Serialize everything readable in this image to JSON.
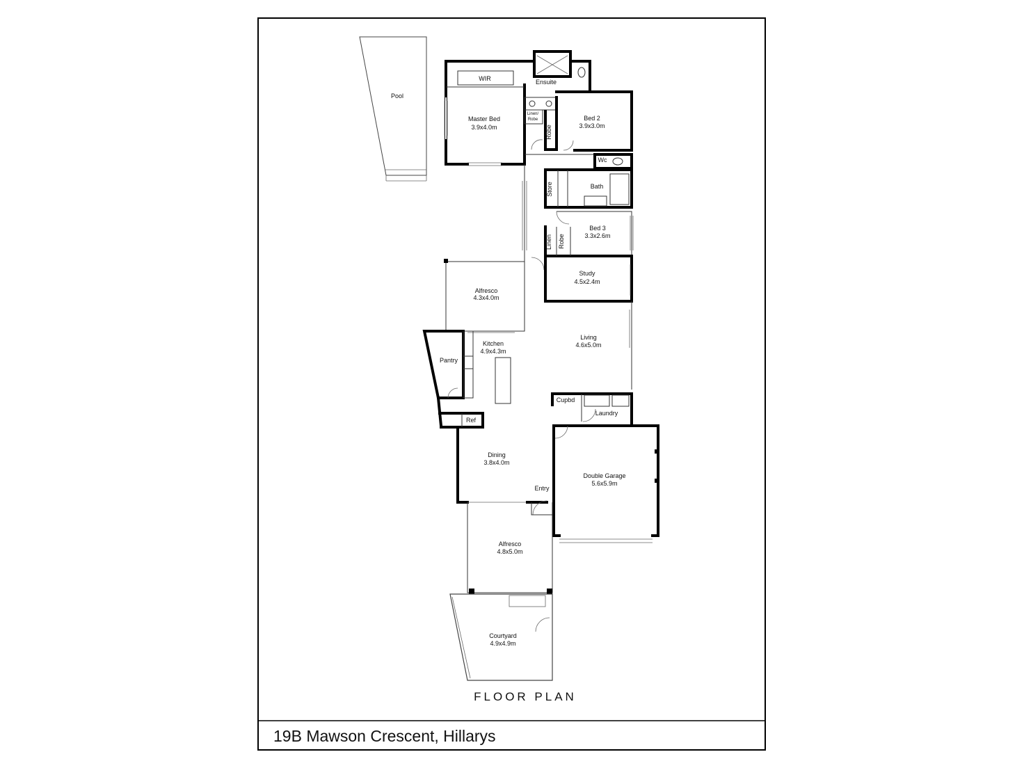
{
  "plan": {
    "caption": "FLOOR PLAN",
    "address": "19B Mawson Crescent, Hillarys"
  },
  "rooms": {
    "pool": {
      "name": "Pool"
    },
    "wir": {
      "name": "WIR"
    },
    "ensuite": {
      "name": "Ensuite"
    },
    "master_bed": {
      "name": "Master Bed",
      "size": "3.9x4.0m"
    },
    "linen_robe": {
      "line1": "Linen/",
      "line2": "Robe"
    },
    "robe_bed2": {
      "name": "Robe"
    },
    "bed2": {
      "name": "Bed 2",
      "size": "3.9x3.0m"
    },
    "wc": {
      "name": "Wc"
    },
    "store": {
      "name": "Store"
    },
    "bath": {
      "name": "Bath"
    },
    "bed3": {
      "name": "Bed 3",
      "size": "3.3x2.6m"
    },
    "linen": {
      "name": "Linen"
    },
    "robe_bed3": {
      "name": "Robe"
    },
    "study": {
      "name": "Study",
      "size": "4.5x2.4m"
    },
    "alfresco_top": {
      "name": "Alfresco",
      "size": "4.3x4.0m"
    },
    "kitchen": {
      "name": "Kitchen",
      "size": "4.9x4.3m"
    },
    "pantry": {
      "name": "Pantry"
    },
    "living": {
      "name": "Living",
      "size": "4.6x5.0m"
    },
    "cupbd": {
      "name": "Cupbd"
    },
    "laundry": {
      "name": "Laundry"
    },
    "ref": {
      "name": "Ref"
    },
    "dining": {
      "name": "Dining",
      "size": "3.8x4.0m"
    },
    "entry": {
      "name": "Entry"
    },
    "double_garage": {
      "name": "Double Garage",
      "size": "5.6x5.9m"
    },
    "alfresco_bottom": {
      "name": "Alfresco",
      "size": "4.8x5.0m"
    },
    "courtyard": {
      "name": "Courtyard",
      "size": "4.9x4.9m"
    }
  }
}
